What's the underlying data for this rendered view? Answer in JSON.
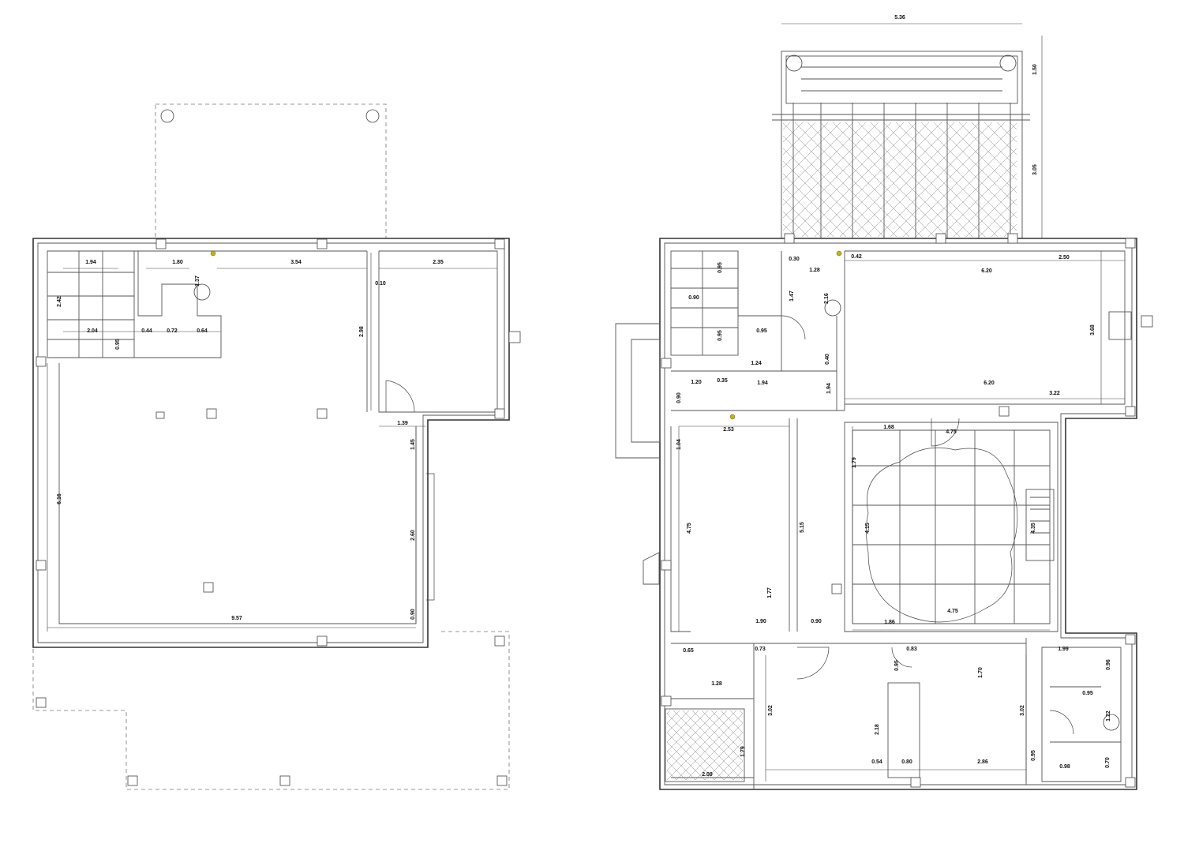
{
  "left_plan": {
    "labels": [
      "1.94",
      "1.80",
      "3.54",
      "2.35",
      "1.37",
      "0.10",
      "2.42",
      "2.04",
      "0.44",
      "0.72",
      "0.64",
      "0.95",
      "2.98",
      "1.39",
      "1.45",
      "6.16",
      "2.60",
      "0.90",
      "9.57"
    ]
  },
  "right_plan": {
    "labels": [
      "5.36",
      "1.50",
      "3.05",
      "0.95",
      "0.30",
      "0.42",
      "2.50",
      "1.28",
      "6.20",
      "1.47",
      "2.16",
      "0.90",
      "0.95",
      "0.95",
      "3.68",
      "1.24",
      "0.40",
      "1.20",
      "0.35",
      "1.94",
      "1.94",
      "6.20",
      "3.22",
      "0.90",
      "2.53",
      "1.68",
      "4.75",
      "1.04",
      "1.79",
      "4.75",
      "5.15",
      "4.15",
      "4.35",
      "1.77",
      "1.90",
      "0.90",
      "1.86",
      "4.75",
      "0.65",
      "0.73",
      "0.83",
      "0.95",
      "0.96",
      "1.99",
      "1.28",
      "1.70",
      "0.95",
      "3.02",
      "3.02",
      "1.22",
      "2.18",
      "1.79",
      "0.54",
      "0.80",
      "2.86",
      "0.95",
      "0.70",
      "2.09",
      "0.98"
    ]
  },
  "colors": {
    "wall": "#333333",
    "highlight_dot": "#c8b400"
  }
}
